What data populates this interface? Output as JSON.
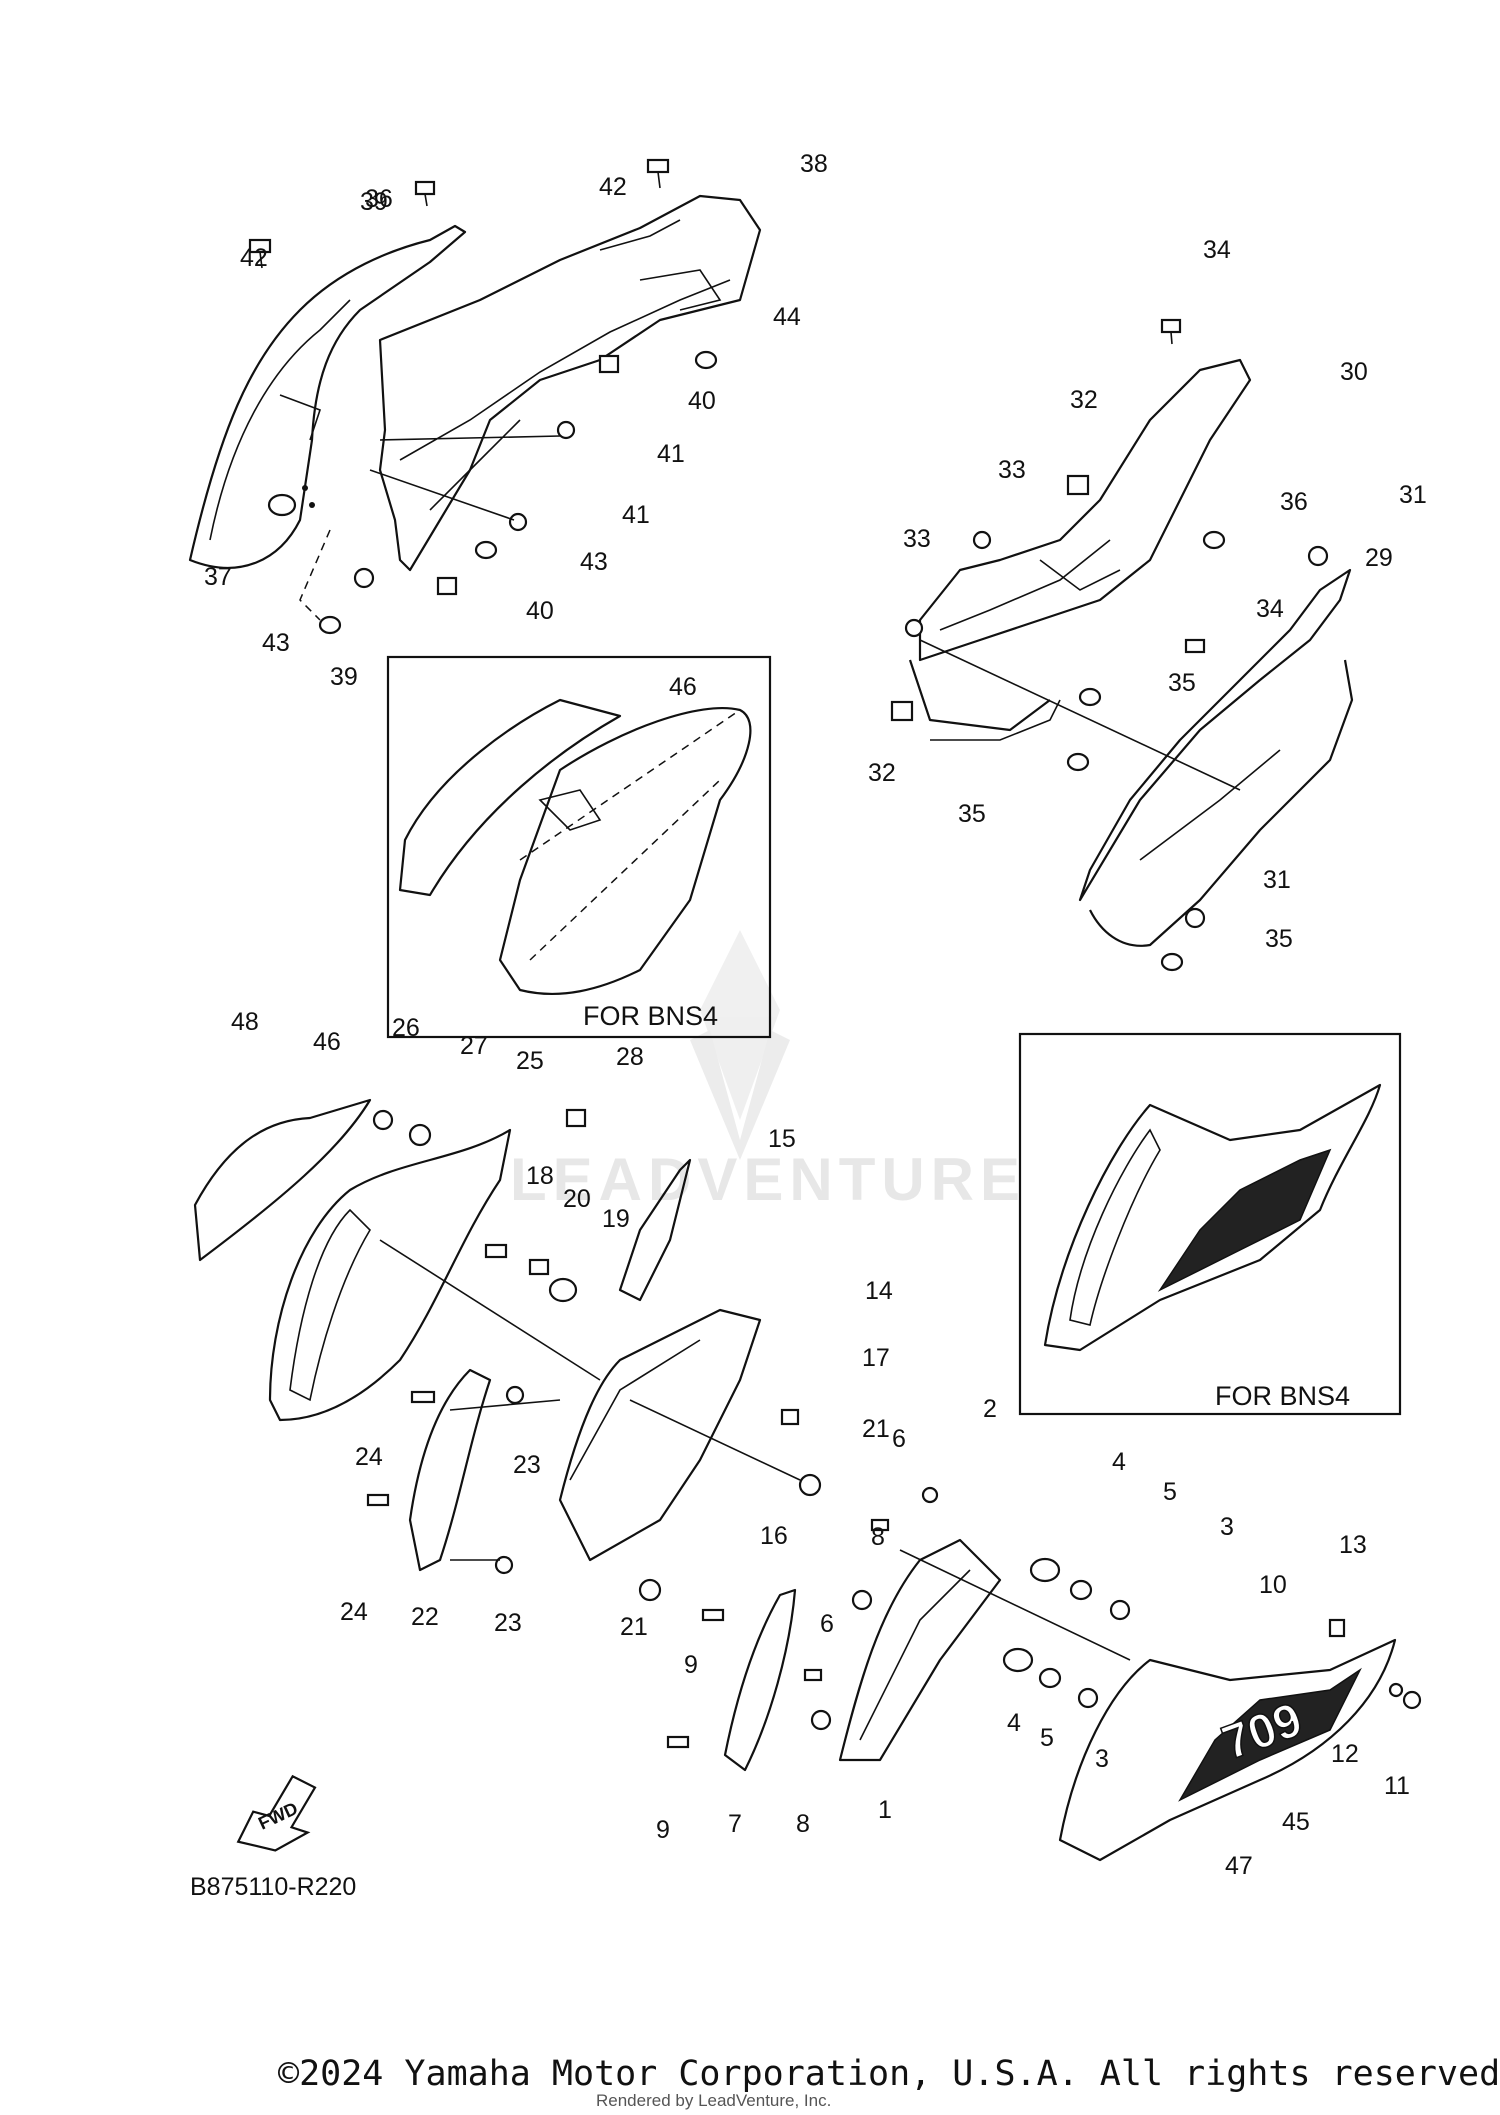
{
  "diagram_code": "B875110-R220",
  "copyright": "©2024 Yamaha Motor Corporation, U.S.A. All rights reserved.",
  "rendered_by": "Rendered by LeadVenture, Inc.",
  "watermark": "LEADVENTURE",
  "inset_caption": "FOR BNS4",
  "fwd_label": "FWD",
  "decal_text": "709",
  "callouts": [
    "1",
    "2",
    "3",
    "4",
    "5",
    "6",
    "7",
    "8",
    "9",
    "10",
    "11",
    "12",
    "13",
    "14",
    "15",
    "16",
    "17",
    "18",
    "19",
    "20",
    "21",
    "22",
    "23",
    "24",
    "25",
    "26",
    "27",
    "28",
    "29",
    "30",
    "31",
    "32",
    "33",
    "34",
    "35",
    "36",
    "37",
    "38",
    "39",
    "40",
    "41",
    "42",
    "43",
    "44",
    "45",
    "46",
    "47",
    "48"
  ]
}
